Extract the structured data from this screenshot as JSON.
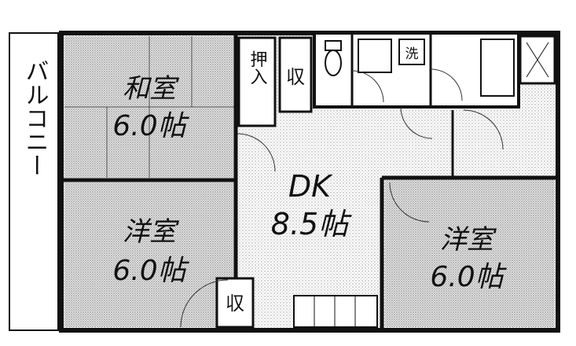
{
  "balcony": {
    "label": "バルコニー"
  },
  "rooms": {
    "washitsu": {
      "name": "和室",
      "size": "6.0帖"
    },
    "youshitsu_left": {
      "name": "洋室",
      "size": "6.0帖"
    },
    "dk": {
      "name": "DK",
      "size": "8.5帖"
    },
    "youshitsu_right": {
      "name": "洋室",
      "size": "6.0帖"
    }
  },
  "storage": {
    "oshiire": "押入",
    "shu_top": "収",
    "shu_bottom": "収"
  },
  "utility": {
    "wash": "洗"
  },
  "colors": {
    "wall": "#1a1a1a",
    "floor_dots": "#bdbdbd",
    "tatami": "#d6d6d6"
  }
}
